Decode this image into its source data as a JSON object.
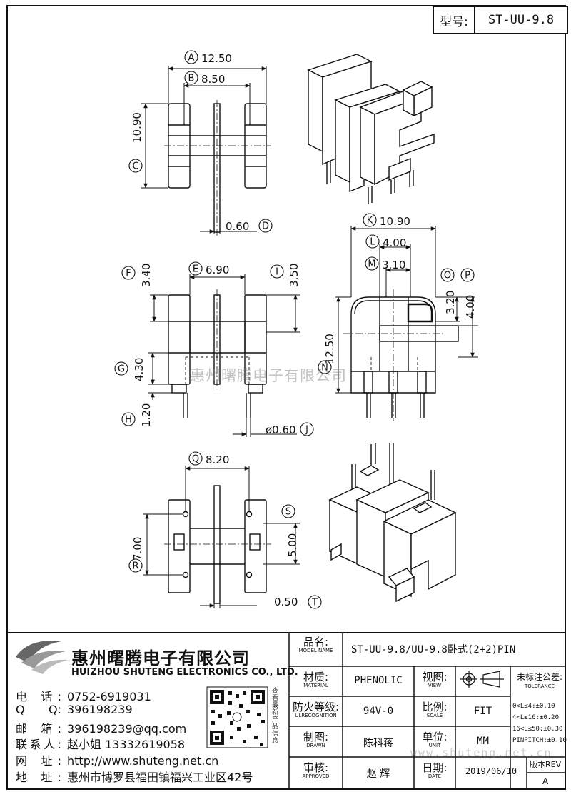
{
  "header": {
    "model_label": "型号:",
    "model_value": "ST-UU-9.8"
  },
  "dimensions": {
    "A": {
      "letter": "A",
      "value": "12.50"
    },
    "B": {
      "letter": "B",
      "value": "8.50"
    },
    "C": {
      "letter": "C",
      "value": "10.90"
    },
    "D": {
      "letter": "D",
      "value": "0.60"
    },
    "E": {
      "letter": "E",
      "value": "6.90"
    },
    "F": {
      "letter": "F",
      "value": "3.40"
    },
    "G": {
      "letter": "G",
      "value": "4.30"
    },
    "H": {
      "letter": "H",
      "value": "1.20"
    },
    "I": {
      "letter": "I",
      "value": "3.50"
    },
    "J": {
      "letter": "J",
      "value": "ø0.60"
    },
    "K": {
      "letter": "K",
      "value": "10.90"
    },
    "L": {
      "letter": "L",
      "value": "4.00"
    },
    "M": {
      "letter": "M",
      "value": "3.10"
    },
    "N": {
      "letter": "N",
      "value": "12.50"
    },
    "O": {
      "letter": "O",
      "value": "3.20"
    },
    "P": {
      "letter": "P",
      "value": "4.00"
    },
    "Q": {
      "letter": "Q",
      "value": "8.20"
    },
    "R": {
      "letter": "R",
      "value": "7.00"
    },
    "S": {
      "letter": "S",
      "value": "5.00"
    },
    "T": {
      "letter": "T",
      "value": "0.50"
    }
  },
  "watermark": "惠州曙腾电子有限公司",
  "company": {
    "name_cn": "惠州曙腾电子有限公司",
    "name_en": "HUIZHOU SHUTENG ELECTRONICS CO., LTD.",
    "contacts": [
      {
        "label": "电 话:",
        "value": "0752-6919031"
      },
      {
        "label": "Q Q:",
        "value": "396198239"
      },
      {
        "label": "邮 箱:",
        "value": "396198239@qq.com"
      },
      {
        "label": "联系人:",
        "value": "赵小姐 13332619058"
      },
      {
        "label": "网 址:",
        "value": "http://www.shuteng.net.cn"
      },
      {
        "label": "地 址:",
        "value": "惠州市博罗县福田镇福兴工业区42号"
      }
    ],
    "qr_caption": "查看最新产品信息"
  },
  "title_block": {
    "model_name": {
      "label": "品名:",
      "sub": "MODEL NAME",
      "value": "ST-UU-9.8/UU-9.8卧式(2+2)PIN"
    },
    "material": {
      "label": "材质:",
      "sub": "MATERIAL",
      "value": "PHENOLIC"
    },
    "view": {
      "label": "视图:",
      "sub": "VIEW"
    },
    "recognition": {
      "label": "防火等级:",
      "sub": "ULRECOGNITION",
      "value": "94V-0"
    },
    "scale": {
      "label": "比例:",
      "sub": "SCALE",
      "value": "FIT"
    },
    "drawn": {
      "label": "制图:",
      "sub": "DRAWN",
      "value": "陈科蒋"
    },
    "unit": {
      "label": "单位:",
      "sub": "UNIT",
      "value": "MM"
    },
    "approved": {
      "label": "审核:",
      "sub": "APPROVED",
      "value": "赵 辉"
    },
    "date": {
      "label": "日期:",
      "sub": "DATE",
      "value": "2019/06/10"
    },
    "tolerance": {
      "title": "未标注公差:",
      "sub": "TOLERANCE",
      "rows": [
        "0<L≤4:±0.10",
        "4<L≤16:±0.20",
        "16<L≤50:±0.30",
        "PINPITCH:±0.10"
      ]
    },
    "rev": {
      "label": "版本REV",
      "value": "A"
    },
    "watermark_url": "www.shuteng.net.cn"
  }
}
